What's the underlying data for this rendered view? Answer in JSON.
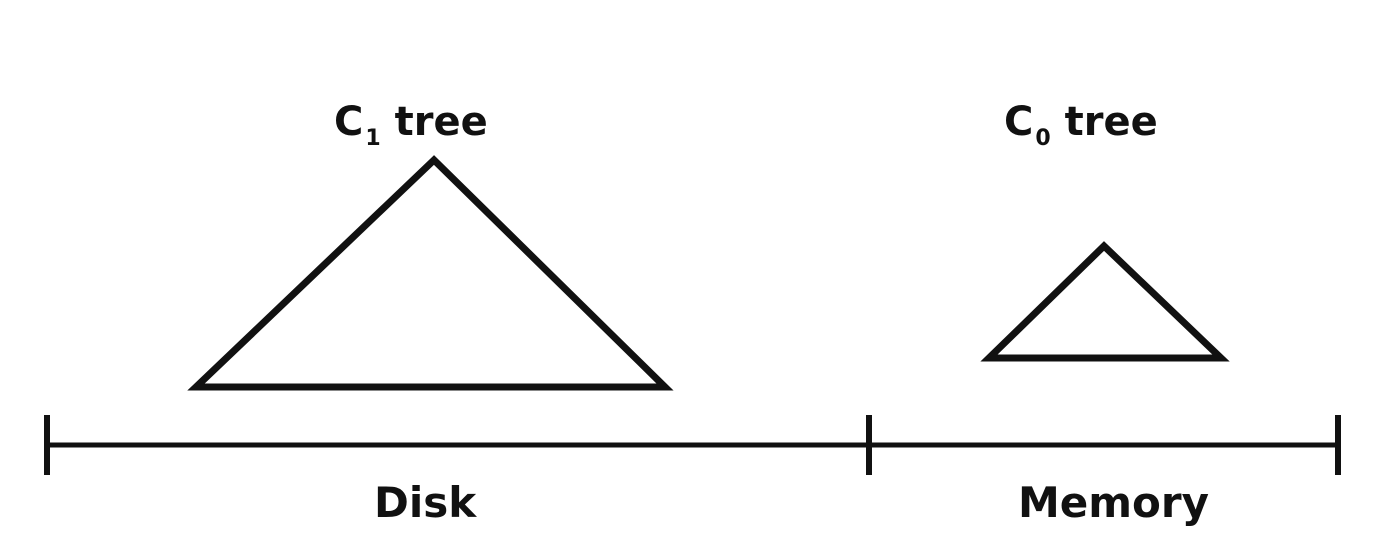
{
  "trees": {
    "c1": {
      "letter": "C",
      "subscript": "1",
      "word": "tree"
    },
    "c0": {
      "letter": "C",
      "subscript": "0",
      "word": "tree"
    }
  },
  "regions": {
    "disk": "Disk",
    "memory": "Memory"
  },
  "colors": {
    "stroke": "#111111",
    "background": "#ffffff"
  }
}
